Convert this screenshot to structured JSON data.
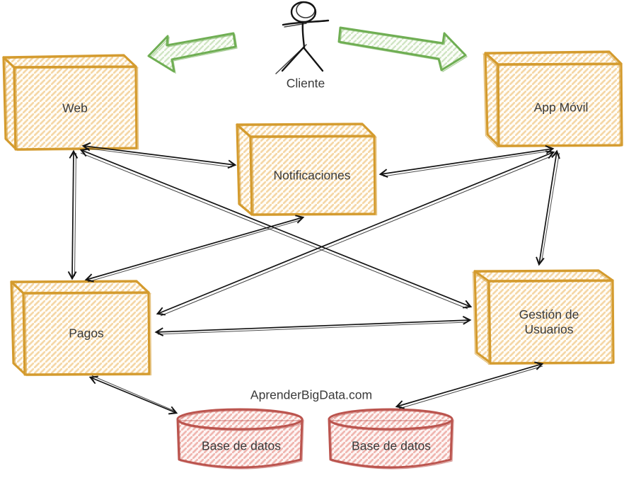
{
  "actor": {
    "label": "Cliente"
  },
  "watermark": "AprenderBigData.com",
  "nodes": {
    "web": {
      "label": "Web",
      "type": "service"
    },
    "app_movil": {
      "label": "App Móvil",
      "type": "service"
    },
    "notificaciones": {
      "label": "Notificaciones",
      "type": "service"
    },
    "pagos": {
      "label": "Pagos",
      "type": "service"
    },
    "gestion_usuarios": {
      "label": "Gestión de Usuarios",
      "type": "service"
    },
    "db_izquierda": {
      "label": "Base de datos",
      "type": "database"
    },
    "db_derecha": {
      "label": "Base de datos",
      "type": "database"
    }
  },
  "edges": [
    {
      "from": "cliente",
      "to": "web",
      "style": "green-block-arrow",
      "bidirectional": false
    },
    {
      "from": "cliente",
      "to": "app_movil",
      "style": "green-block-arrow",
      "bidirectional": false
    },
    {
      "from": "web",
      "to": "pagos",
      "style": "sketch-line",
      "bidirectional": true
    },
    {
      "from": "web",
      "to": "notificaciones",
      "style": "sketch-line",
      "bidirectional": true
    },
    {
      "from": "web",
      "to": "gestion_usuarios",
      "style": "sketch-line",
      "bidirectional": true
    },
    {
      "from": "app_movil",
      "to": "notificaciones",
      "style": "sketch-line",
      "bidirectional": true
    },
    {
      "from": "app_movil",
      "to": "gestion_usuarios",
      "style": "sketch-line",
      "bidirectional": true
    },
    {
      "from": "app_movil",
      "to": "pagos",
      "style": "sketch-line",
      "bidirectional": true
    },
    {
      "from": "pagos",
      "to": "notificaciones",
      "style": "sketch-line",
      "bidirectional": true
    },
    {
      "from": "pagos",
      "to": "gestion_usuarios",
      "style": "sketch-line",
      "bidirectional": true
    },
    {
      "from": "pagos",
      "to": "db_izquierda",
      "style": "sketch-line",
      "bidirectional": true
    },
    {
      "from": "gestion_usuarios",
      "to": "db_derecha",
      "style": "sketch-line",
      "bidirectional": true
    }
  ],
  "colors": {
    "service_stroke": "#d49b2e",
    "service_hatch": "#f5d7a6",
    "database_stroke": "#bb544e",
    "database_hatch": "#f0b6b0",
    "client_arrow": "#6fae53",
    "connector": "#141414",
    "text": "#3a3a3a",
    "background": "#ffffff"
  }
}
